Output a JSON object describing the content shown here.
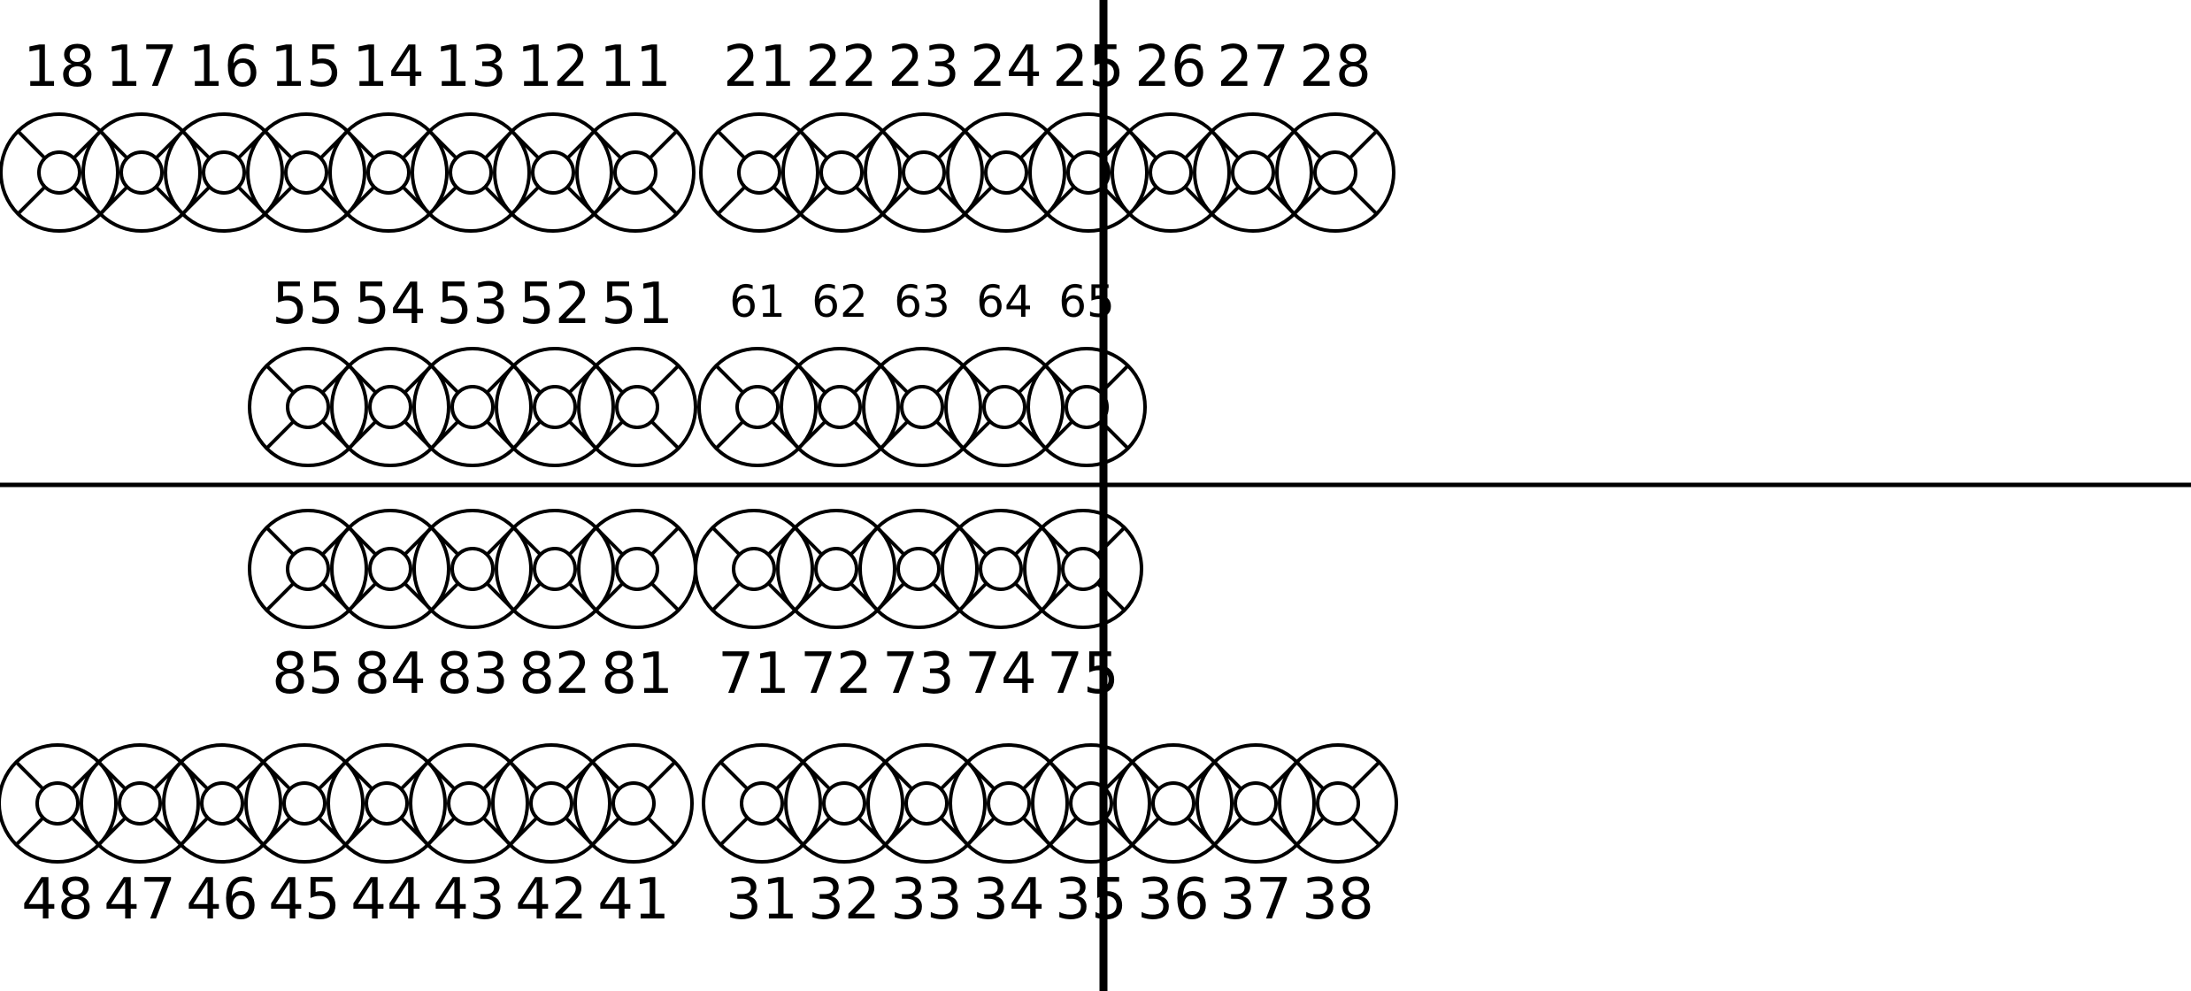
{
  "diagram": {
    "type": "dental-chart",
    "notation": "FDI",
    "colors": {
      "stroke": "#000000",
      "background": "#ffffff"
    },
    "quadrants": [
      {
        "teeth": [
          {
            "id": "18",
            "label": "18"
          },
          {
            "id": "17",
            "label": "17"
          },
          {
            "id": "16",
            "label": "16"
          },
          {
            "id": "15",
            "label": "15"
          },
          {
            "id": "14",
            "label": "14"
          },
          {
            "id": "13",
            "label": "13"
          },
          {
            "id": "12",
            "label": "12"
          },
          {
            "id": "11",
            "label": "11"
          }
        ]
      },
      {
        "teeth": [
          {
            "id": "21",
            "label": "21"
          },
          {
            "id": "22",
            "label": "22"
          },
          {
            "id": "23",
            "label": "23"
          },
          {
            "id": "24",
            "label": "24"
          },
          {
            "id": "25",
            "label": "25"
          },
          {
            "id": "26",
            "label": "26"
          },
          {
            "id": "27",
            "label": "27"
          },
          {
            "id": "28",
            "label": "28"
          }
        ]
      },
      {
        "teeth": [
          {
            "id": "55",
            "label": "55"
          },
          {
            "id": "54",
            "label": "54"
          },
          {
            "id": "53",
            "label": "53"
          },
          {
            "id": "52",
            "label": "52"
          },
          {
            "id": "51",
            "label": "51"
          }
        ]
      },
      {
        "teeth": [
          {
            "id": "61",
            "label": "61"
          },
          {
            "id": "62",
            "label": "62"
          },
          {
            "id": "63",
            "label": "63"
          },
          {
            "id": "64",
            "label": "64"
          },
          {
            "id": "65",
            "label": "65"
          }
        ]
      },
      {
        "teeth": [
          {
            "id": "85",
            "label": "85"
          },
          {
            "id": "84",
            "label": "84"
          },
          {
            "id": "83",
            "label": "83"
          },
          {
            "id": "82",
            "label": "82"
          },
          {
            "id": "81",
            "label": "81"
          }
        ]
      },
      {
        "teeth": [
          {
            "id": "71",
            "label": "71"
          },
          {
            "id": "72",
            "label": "72"
          },
          {
            "id": "73",
            "label": "73"
          },
          {
            "id": "74",
            "label": "74"
          },
          {
            "id": "75",
            "label": "75"
          }
        ]
      },
      {
        "teeth": [
          {
            "id": "48",
            "label": "48"
          },
          {
            "id": "47",
            "label": "47"
          },
          {
            "id": "46",
            "label": "46"
          },
          {
            "id": "45",
            "label": "45"
          },
          {
            "id": "44",
            "label": "44"
          },
          {
            "id": "43",
            "label": "43"
          },
          {
            "id": "42",
            "label": "42"
          },
          {
            "id": "41",
            "label": "41"
          }
        ]
      },
      {
        "teeth": [
          {
            "id": "31",
            "label": "31"
          },
          {
            "id": "32",
            "label": "32"
          },
          {
            "id": "33",
            "label": "33"
          },
          {
            "id": "34",
            "label": "34"
          },
          {
            "id": "35",
            "label": "35"
          },
          {
            "id": "36",
            "label": "36"
          },
          {
            "id": "37",
            "label": "37"
          },
          {
            "id": "38",
            "label": "38"
          }
        ]
      }
    ]
  }
}
